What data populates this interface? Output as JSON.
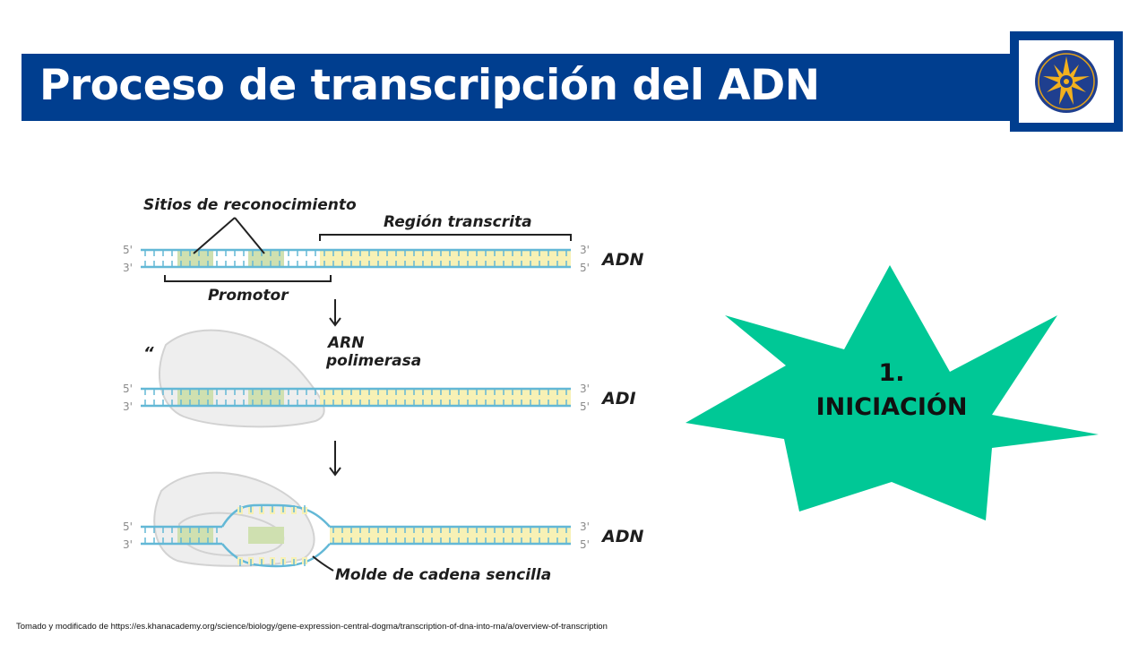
{
  "slide": {
    "title": "Proceso de transcripción del ADN",
    "source_note": "Tomado y modificado de https://es.khanacademy.org/science/biology/gene-expression-central-dogma/transcription-of-dna-into-rna/a/overview-of-transcription"
  },
  "logo": {
    "icon": "sun-emblem-icon"
  },
  "diagram": {
    "labels": {
      "recognition_sites": "Sitios de reconocimiento",
      "transcribed_region": "Región transcrita",
      "promoter": "Promotor",
      "polymerase_line1": "ARN",
      "polymerase_line2": "polimerasa",
      "single_strand_template": "Molde de cadena sencilla",
      "quote_mark": "“"
    },
    "dna_rows": [
      {
        "five_left": "5'",
        "three_left": "3'",
        "three_right": "3'",
        "five_right": "5'",
        "label": "ADN"
      },
      {
        "five_left": "5'",
        "three_left": "3'",
        "three_right": "3'",
        "five_right": "5'",
        "label": "ADI"
      },
      {
        "five_left": "5'",
        "three_left": "3'",
        "three_right": "3'",
        "five_right": "5'",
        "label": "ADN"
      }
    ],
    "colors": {
      "strand": "#63b8d6",
      "recognition": "#cfe0b0",
      "transcribed": "#f7f1b5",
      "polymerase_fill": "#eeeeee",
      "polymerase_stroke": "#d2d2d2"
    }
  },
  "badge": {
    "step_number": "1.",
    "step_name": "INICIACIÓN",
    "color": "#00c896"
  }
}
